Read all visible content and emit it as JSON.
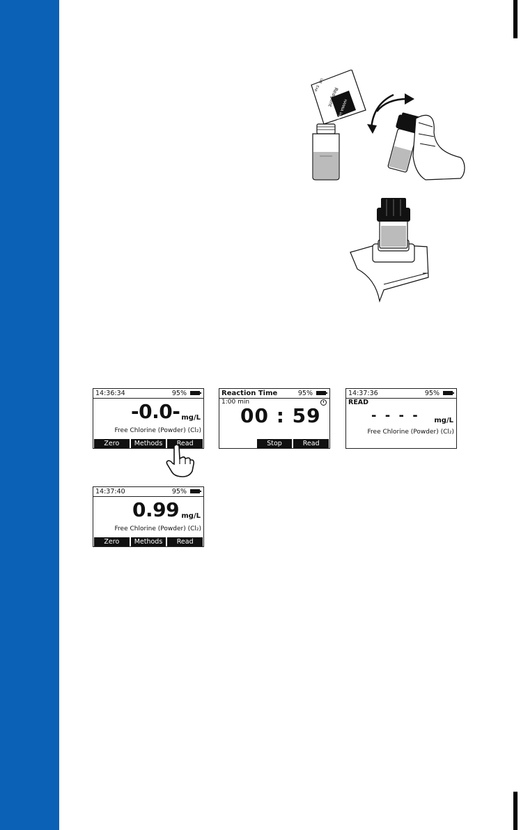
{
  "illustrations": {
    "reagent_packet": {
      "lines": [
        "Reagent",
        "HANNA instruments",
        "Lot",
        "Exp"
      ]
    }
  },
  "screens": {
    "zero": {
      "time": "14:36:34",
      "battery": "95%",
      "reading": "-0.0-",
      "unit": "mg/L",
      "parameter": "Free Chlorine (Powder) (Cl₂)",
      "softkeys": [
        "Zero",
        "Methods",
        "Read"
      ]
    },
    "reaction": {
      "title": "Reaction Time",
      "battery": "95%",
      "preset": "1:00 min",
      "timer": "00 : 59",
      "softkeys": [
        "",
        "Stop",
        "Read"
      ]
    },
    "reading_progress": {
      "time": "14:37:36",
      "battery": "95%",
      "mode": "READ",
      "dashes": "- - - -",
      "unit": "mg/L",
      "parameter": "Free Chlorine (Powder) (Cl₂)"
    },
    "result": {
      "time": "14:37:40",
      "battery": "95%",
      "reading": "0.99",
      "unit": "mg/L",
      "parameter": "Free Chlorine (Powder) (Cl₂)",
      "softkeys": [
        "Zero",
        "Methods",
        "Read"
      ]
    }
  }
}
